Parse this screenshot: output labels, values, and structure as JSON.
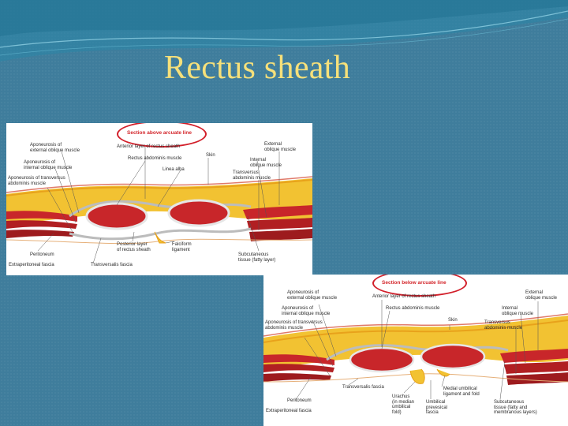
{
  "slide": {
    "title": "Rectus sheath"
  },
  "figure_above": {
    "caption": "Section above arcuate line",
    "labels": {
      "aponeurosis_external": "Aponeurosis of\nexternal oblique muscle",
      "aponeurosis_internal": "Aponeurosis of\ninternal oblique muscle",
      "aponeurosis_transversus": "Aponeurosis of transversus\nabdominis muscle",
      "anterior_layer": "Anterior layer of rectus sheath",
      "rectus_abdominis": "Rectus abdominis muscle",
      "linea_alba": "Linea alba",
      "skin": "Skin",
      "external_oblique": "External\noblique muscle",
      "internal_oblique": "Internal\noblique muscle",
      "transversus": "Transversus\nabdominis muscle",
      "peritoneum": "Peritoneum",
      "extraperitoneal": "Extraperitoneal fascia",
      "transversalis": "Transversalis fascia",
      "posterior_layer": "Posterior layer\nof rectus sheath",
      "falciform": "Falciform\nligament",
      "subcutaneous": "Subcutaneous\ntissue (fatty layer)"
    }
  },
  "figure_below": {
    "caption": "Section below arcuate line",
    "labels": {
      "aponeurosis_external": "Aponeurosis of\nexternal oblique muscle",
      "aponeurosis_internal": "Aponeurosis of\ninternal oblique muscle",
      "aponeurosis_transversus": "Aponeurosis of transversus\nabdominis muscle",
      "anterior_layer": "Anterior layer of rectus sheath",
      "rectus_abdominis": "Rectus abdominis muscle",
      "skin": "Skin",
      "external_oblique": "External\noblique muscle",
      "internal_oblique": "Internal\noblique muscle",
      "transversus": "Transversus\nabdominis muscle",
      "peritoneum": "Peritoneum",
      "extraperitoneal": "Extraperitoneal fascia",
      "transversalis": "Transversalis fascia",
      "urachus": "Urachus\n(in median\numbilical\nfold)",
      "umbilical_prevesical": "Umbilical\nprevesical\nfascia",
      "medial_umbilical": "Medial umbilical\nligament and fold",
      "subcutaneous": "Subcutaneous\ntissue (fatty and\nmembranous layers)"
    }
  }
}
